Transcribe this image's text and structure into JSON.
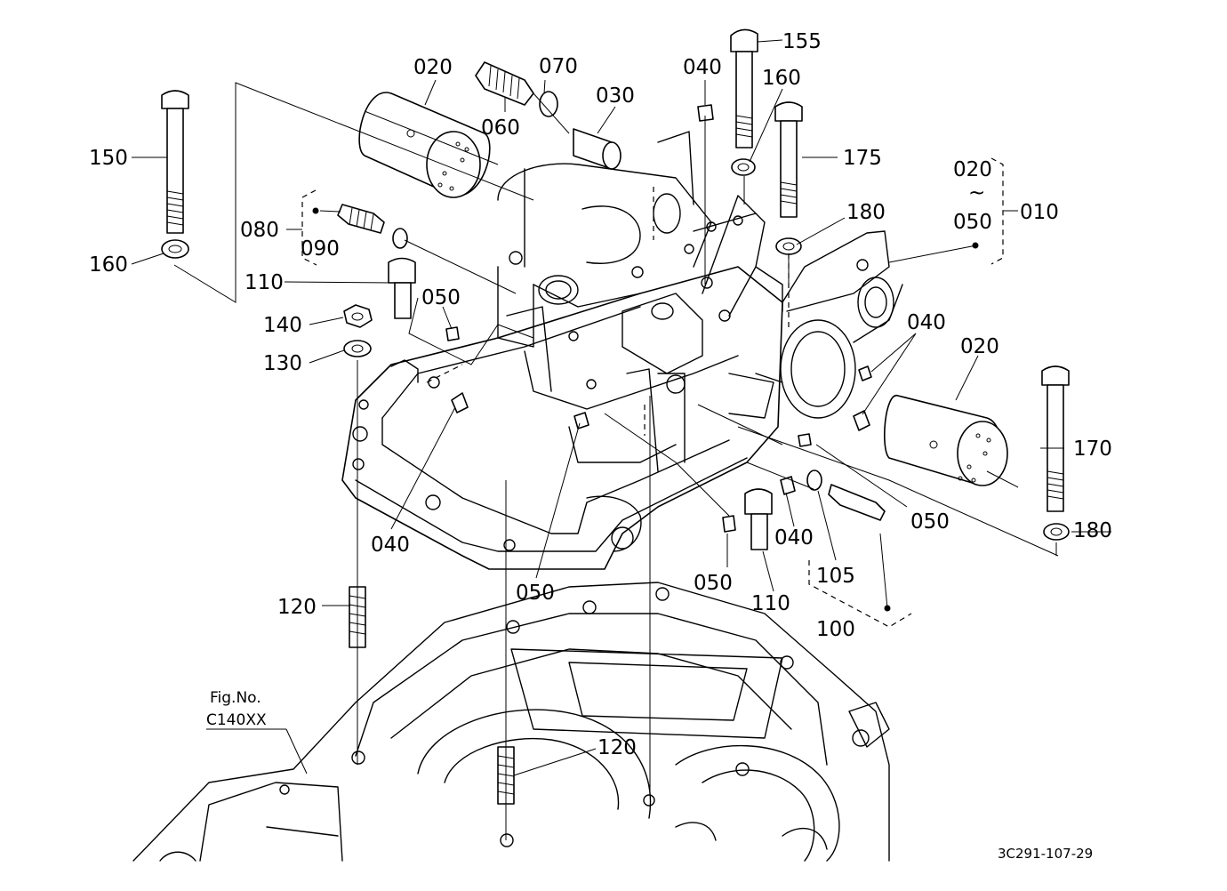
{
  "diagram": {
    "callouts": {
      "c150": "150",
      "c160a": "160",
      "c020a": "020",
      "c060": "060",
      "c070": "070",
      "c030": "030",
      "c040a": "040",
      "c155": "155",
      "c160b": "160",
      "c175": "175",
      "c180a": "180",
      "c020r": "020",
      "c050r": "050",
      "c010": "010",
      "c080": "080",
      "c090": "090",
      "c110a": "110",
      "c050a": "050",
      "c140": "140",
      "c130": "130",
      "c040b": "040",
      "c020b": "020",
      "c170": "170",
      "c040c": "040",
      "c050b": "050",
      "c050c": "050",
      "c040d": "040",
      "c180b": "180",
      "c105": "105",
      "c110b": "110",
      "c050d": "050",
      "c100": "100",
      "c120a": "120",
      "c120b": "120"
    },
    "range_tilde": "~",
    "fig_ref_label": "Fig.No.",
    "fig_ref_code": "C140XX",
    "drawing_code": "3C291-107-29"
  }
}
